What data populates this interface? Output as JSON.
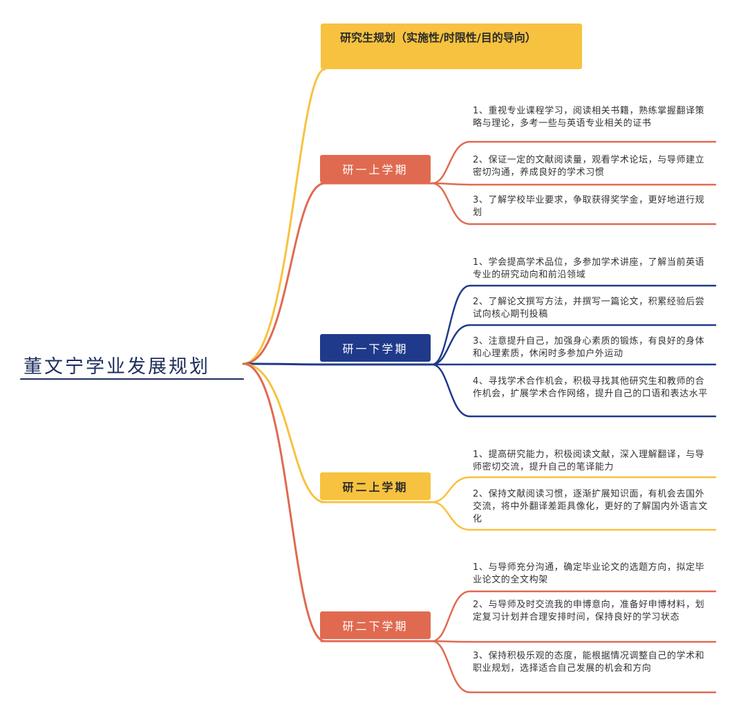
{
  "root": {
    "title": "董文宁学业发展规划"
  },
  "banner": {
    "text": "研究生规划（实施性/时限性/目的导向）"
  },
  "branches": [
    {
      "label": "研一上学期",
      "color": "#e06a50",
      "items": [
        "1、重视专业课程学习，阅读相关书籍，熟练掌握翻译策略与理论，多考一些与英语专业相关的证书",
        "2、保证一定的文献阅读量，观看学术论坛，与导师建立密切沟通，养成良好的学术习惯",
        "3、了解学校毕业要求，争取获得奖学金，更好地进行规划"
      ]
    },
    {
      "label": "研一下学期",
      "color": "#1f3a8a",
      "items": [
        "1、学会提高学术品位，多参加学术讲座，了解当前英语专业的研究动向和前沿领域",
        "2、了解论文撰写方法，并撰写一篇论文，积累经验后尝试向核心期刊投稿",
        "3、注意提升自己，加强身心素质的锻炼，有良好的身体和心理素质，休闲时多参加户外运动",
        "4、寻找学术合作机会，积极寻找其他研究生和教师的合作机会，扩展学术合作网络，提升自己的口语和表达水平"
      ]
    },
    {
      "label": "研二上学期",
      "color": "#f7c23f",
      "items": [
        "1、提高研究能力，积极阅读文献，深入理解翻译，与导师密切交流，提升自己的笔译能力",
        "2、保持文献阅读习惯，逐渐扩展知识面，有机会去国外交流，将中外翻译差距具像化，更好的了解国内外语言文化"
      ]
    },
    {
      "label": "研二下学期",
      "color": "#e06a50",
      "items": [
        "1、与导师充分沟通，确定毕业论文的选题方向，拟定毕业论文的全文构架",
        "2、与导师及时交流我的申博意向，准备好申博材料，划定复习计划并合理安排时间，保持良好的学习状态",
        "3、保持积极乐观的态度，能根据情况调整自己的学术和职业规划，选择适合自己发展的机会和方向"
      ]
    }
  ]
}
